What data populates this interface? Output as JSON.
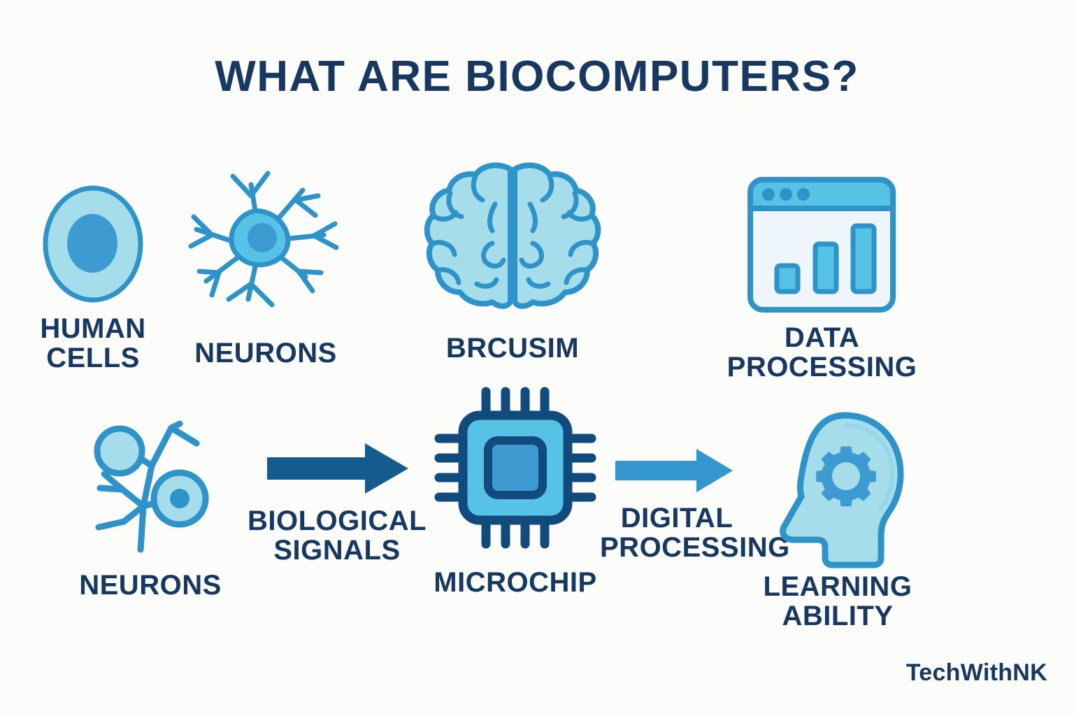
{
  "page": {
    "title": "WHAT ARE BIOCOMPUTERS?",
    "watermark": "TechWithNK",
    "background_color": "#fcfcfa"
  },
  "colors": {
    "navy_text": "#163861",
    "icon_fill_light": "#a6ddea",
    "icon_fill_mid": "#56c3e6",
    "icon_stroke": "#2e93c9",
    "accent_dark": "#3d9bd1",
    "chip_outline": "#114a7d",
    "arrow_dark": "#155b8e",
    "arrow_light": "#3396ce"
  },
  "row1": {
    "items": [
      {
        "id": "human-cells",
        "icon": "cell-icon",
        "label": "HUMAN\nCELLS"
      },
      {
        "id": "neurons-top",
        "icon": "neuron-icon",
        "label": "NEURONS"
      },
      {
        "id": "brain",
        "icon": "brain-icon",
        "label": "BRCUSIM"
      },
      {
        "id": "data-processing",
        "icon": "window-chart-icon",
        "label": "DATA\nPROCESSING"
      }
    ]
  },
  "row2": {
    "items": [
      {
        "id": "neurons-bottom",
        "icon": "neuron-cluster-icon",
        "label": "NEURONS"
      },
      {
        "id": "microchip",
        "icon": "microchip-icon",
        "label": "MICROCHIP"
      },
      {
        "id": "learning-ability",
        "icon": "head-gear-icon",
        "label": "LEARNING\nABILITY"
      }
    ],
    "arrows": [
      {
        "id": "arrow-biological-signals",
        "icon": "arrow-right-icon",
        "label": "BIOLOGICAL\nSIGNALS",
        "color": "#155b8e"
      },
      {
        "id": "arrow-digital-processing",
        "icon": "arrow-right-icon",
        "label": "DIGITAL\nPROCESSING",
        "color": "#3396ce"
      }
    ]
  }
}
